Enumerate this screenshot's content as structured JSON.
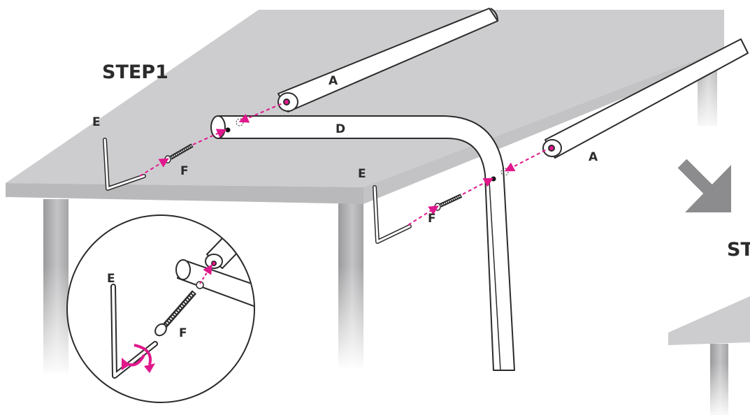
{
  "step1_label": "STEP1",
  "step2_label": "ST",
  "parts": {
    "a": "A",
    "d": "D",
    "e": "E",
    "f": "F"
  },
  "colors": {
    "table_top": "#cdcdcf",
    "table_edge": "#b7b7b9",
    "leg_shade": "#a9a9ab",
    "tube_fill": "#ffffff",
    "outline": "#2b2b2b",
    "guide_magenta": "#e0188c",
    "arrow_gray": "#8c8c8e"
  },
  "icons": {
    "next_step": "arrow-down-right-icon",
    "rotate": "rotate-arrows-icon"
  }
}
